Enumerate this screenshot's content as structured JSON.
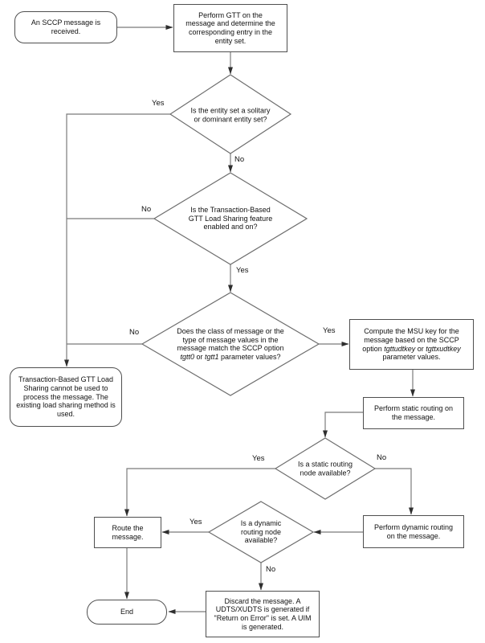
{
  "flowchart": {
    "nodes": {
      "start": {
        "label": "An SCCP message is received."
      },
      "perform_gtt": {
        "label": "Perform GTT on the message and determine the corresponding entry in the entity set."
      },
      "decision_entity_set": {
        "label": "Is the entity set a solitary or dominant entity set?"
      },
      "decision_tbgtt_feature": {
        "label": "Is the Transaction-Based GTT Load Sharing feature enabled and on?"
      },
      "decision_msg_match": {
        "part1": "Does the class of message or the type of message values in the message match the SCCP option ",
        "italic1": "tgtt0",
        "part2": " or ",
        "italic2": "tgtt1",
        "part3": " parameter values?"
      },
      "tbgtt_cannot_be_used": {
        "label": "Transaction-Based GTT Load Sharing cannot be used to process the message. The existing load sharing method is used."
      },
      "compute_msu_key": {
        "part1": "Compute the MSU key for the message based on the SCCP option ",
        "italic1": "tgttudtkey",
        "part2": " or ",
        "italic2": "tgttxudtkey",
        "part3": " parameter values."
      },
      "perform_static_routing": {
        "label": "Perform static routing on the message."
      },
      "decision_static_node": {
        "label": "Is a static routing node available?"
      },
      "perform_dynamic_routing": {
        "label": "Perform dynamic routing on the message."
      },
      "decision_dynamic_node": {
        "label": "Is a dynamic routing node available?"
      },
      "route_message": {
        "label": "Route the message."
      },
      "discard_message": {
        "label": "Discard the message. A UDTS/XUDTS is generated if \"Return on Error\" is set. A UIM is generated."
      },
      "end": {
        "label": "End"
      }
    },
    "edge_labels": {
      "entity_set_yes": "Yes",
      "entity_set_no": "No",
      "tbgtt_no": "No",
      "tbgtt_yes": "Yes",
      "match_no": "No",
      "match_yes": "Yes",
      "static_yes": "Yes",
      "static_no": "No",
      "dynamic_yes": "Yes",
      "dynamic_no": "No"
    },
    "colors": {
      "background": "#ffffff",
      "shape_border": "#4f4f4f",
      "connector": "#7b7b7b",
      "arrowhead": "#2e2e2e",
      "text": "#111111"
    }
  }
}
